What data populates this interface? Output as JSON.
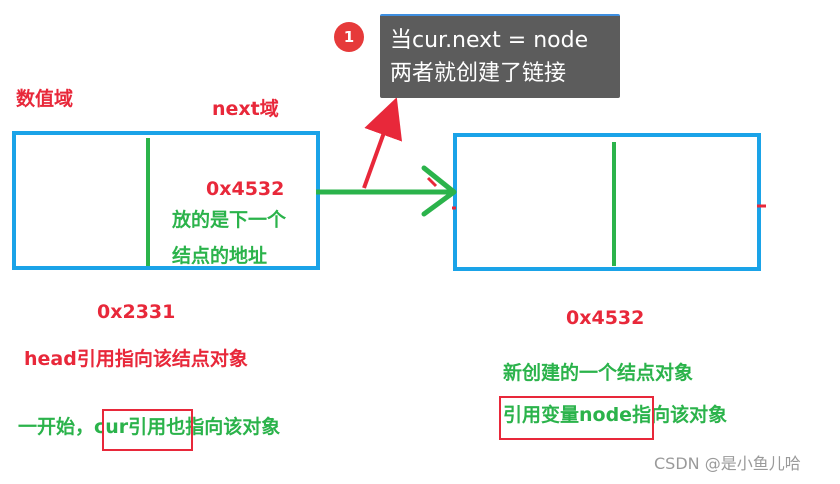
{
  "tooltip": {
    "badge": "1",
    "line1": "当cur.next = node",
    "line2": "两者就创建了链接"
  },
  "labels": {
    "data_field": "数值域",
    "next_field": "next域",
    "next_value": "0x4532",
    "next_desc_1": "放的是下一个",
    "next_desc_2": "结点的地址",
    "node1_addr": "0x2331",
    "node1_head": "head引用指向该结点对象",
    "node1_cur_prefix": "一开始，",
    "node1_cur_word": "cur引用",
    "node1_cur_suffix": "也指向该对象",
    "node2_addr": "0x4532",
    "node2_desc": "新创建的一个结点对象",
    "node2_ref_word": "引用变量node",
    "node2_ref_suffix": "指向该对象"
  },
  "watermark": "CSDN @是小鱼儿哈",
  "colors": {
    "box_border": "#1aa3e8",
    "divider": "#2bb34b",
    "arrow": "#2bb34b",
    "pointer": "#e8283a",
    "red_text": "#e8283a",
    "green_text": "#2bb34b",
    "tooltip_bg": "#5c5c5c"
  }
}
